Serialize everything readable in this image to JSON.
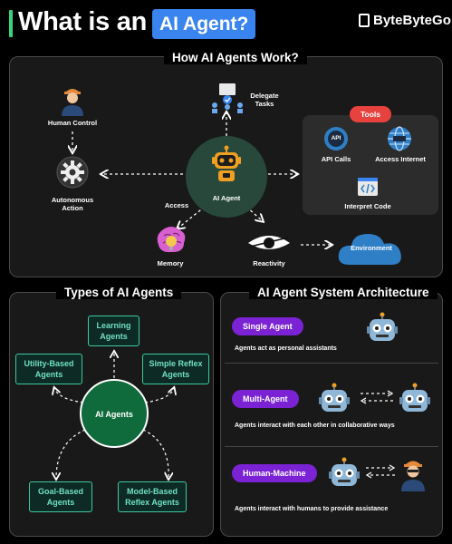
{
  "header": {
    "title_prefix": "What is an",
    "title_highlight": "AI Agent?",
    "brand": "ByteByteGo"
  },
  "how_it_works": {
    "title": "How AI Agents Work?",
    "center": "AI Agent",
    "human_control": "Human Control",
    "autonomous_action": [
      "Autonomous",
      "Action"
    ],
    "delegate_tasks": [
      "Delegate",
      "Tasks"
    ],
    "access": "Access",
    "memory": "Memory",
    "reactivity": "Reactivity",
    "environment": "Environment",
    "tools": {
      "label": "Tools",
      "api_calls": "API Calls",
      "access_internet": "Access Internet",
      "interpret_code": "Interpret Code",
      "api_badge": "API"
    }
  },
  "types": {
    "title": "Types of AI Agents",
    "center": "AI Agents",
    "learning": [
      "Learning",
      "Agents"
    ],
    "utility": [
      "Utility-Based",
      "Agents"
    ],
    "simple_reflex": [
      "Simple Reflex",
      "Agents"
    ],
    "goal": [
      "Goal-Based",
      "Agents"
    ],
    "model": [
      "Model-Based",
      "Reflex Agents"
    ]
  },
  "architecture": {
    "title": "AI Agent System Architecture",
    "single": {
      "label": "Single Agent",
      "desc": "Agents act as personal assistants"
    },
    "multi": {
      "label": "Multi-Agent",
      "desc": "Agents interact with each other in collaborative ways"
    },
    "human": {
      "label": "Human-Machine",
      "desc": "Agents interact with humans to provide assistance"
    }
  },
  "colors": {
    "accent_green": "#38d27a",
    "title_pill": "#3a84f0",
    "tools_red": "#e8423f",
    "purple": "#7a22d4",
    "teal": "#3dc9a0"
  }
}
